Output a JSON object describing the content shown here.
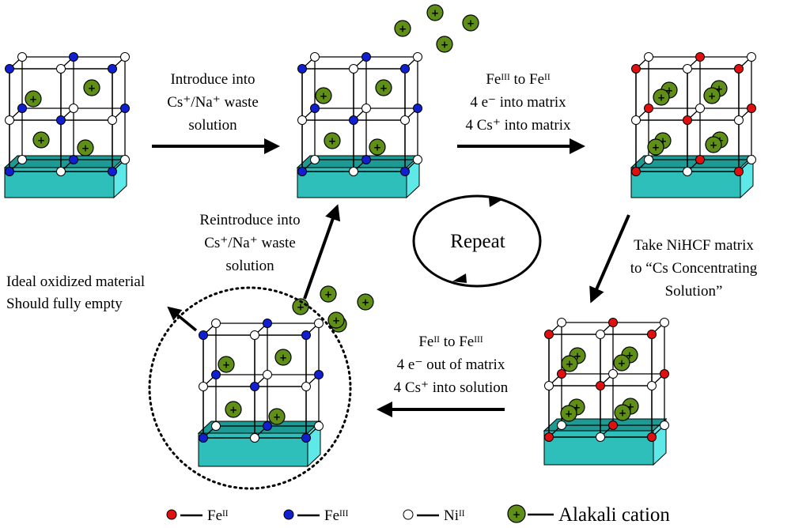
{
  "labels": {
    "step1": [
      "Introduce into",
      "Cs⁺/Na⁺ waste",
      "solution"
    ],
    "step2": [
      "Feᴵᴵᴵ to Feᴵᴵ",
      "4 e⁻ into matrix",
      "4 Cs⁺ into matrix"
    ],
    "step3": [
      "Take NiHCF matrix",
      "to “Cs Concentrating",
      "Solution”"
    ],
    "step4": [
      "Feᴵᴵ to Feᴵᴵᴵ",
      "4 e⁻ out of matrix",
      "4 Cs⁺ into solution"
    ],
    "step5": [
      "Reintroduce into",
      "Cs⁺/Na⁺ waste",
      "solution"
    ],
    "ideal": [
      "Ideal oxidized material",
      "Should fully empty"
    ],
    "repeat": "Repeat"
  },
  "legend": {
    "fe2": "Feᴵᴵ",
    "fe3": "Feᴵᴵᴵ",
    "ni2": "Niᴵᴵ",
    "cation": "Alakali cation"
  },
  "colors": {
    "fe2": "#e01010",
    "fe3": "#1020d0",
    "ni2": "#ffffff",
    "cation": "#5f8f16",
    "substrate_top": "#1e9a94",
    "substrate_front": "#2fbfba",
    "substrate_side": "#5ee8e8"
  }
}
